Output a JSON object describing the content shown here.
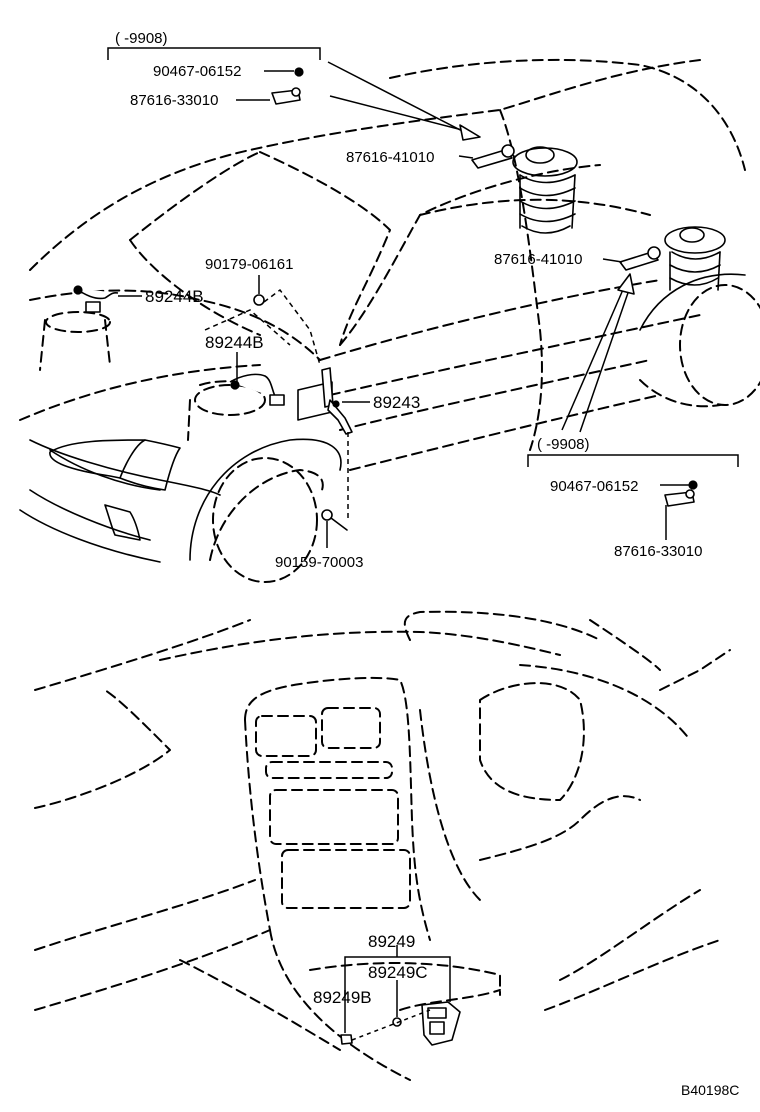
{
  "labels": {
    "range_top": "(       -9908)",
    "p_90467_06152_top": "90467-06152",
    "p_87616_33010_top": "87616-33010",
    "p_87616_41010_a": "87616-41010",
    "p_90179_06161": "90179-06161",
    "p_89244b_a": "89244B",
    "p_89244b_b": "89244B",
    "p_87616_41010_b": "87616-41010",
    "p_89243": "89243",
    "range_bottom": "(       -9908)",
    "p_90467_06152_bottom": "90467-06152",
    "p_87616_33010_bottom": "87616-33010",
    "p_90159_70003": "90159-70003",
    "p_89249": "89249",
    "p_89249c": "89249C",
    "p_89249b": "89249B",
    "drawing_id": "B40198C"
  }
}
